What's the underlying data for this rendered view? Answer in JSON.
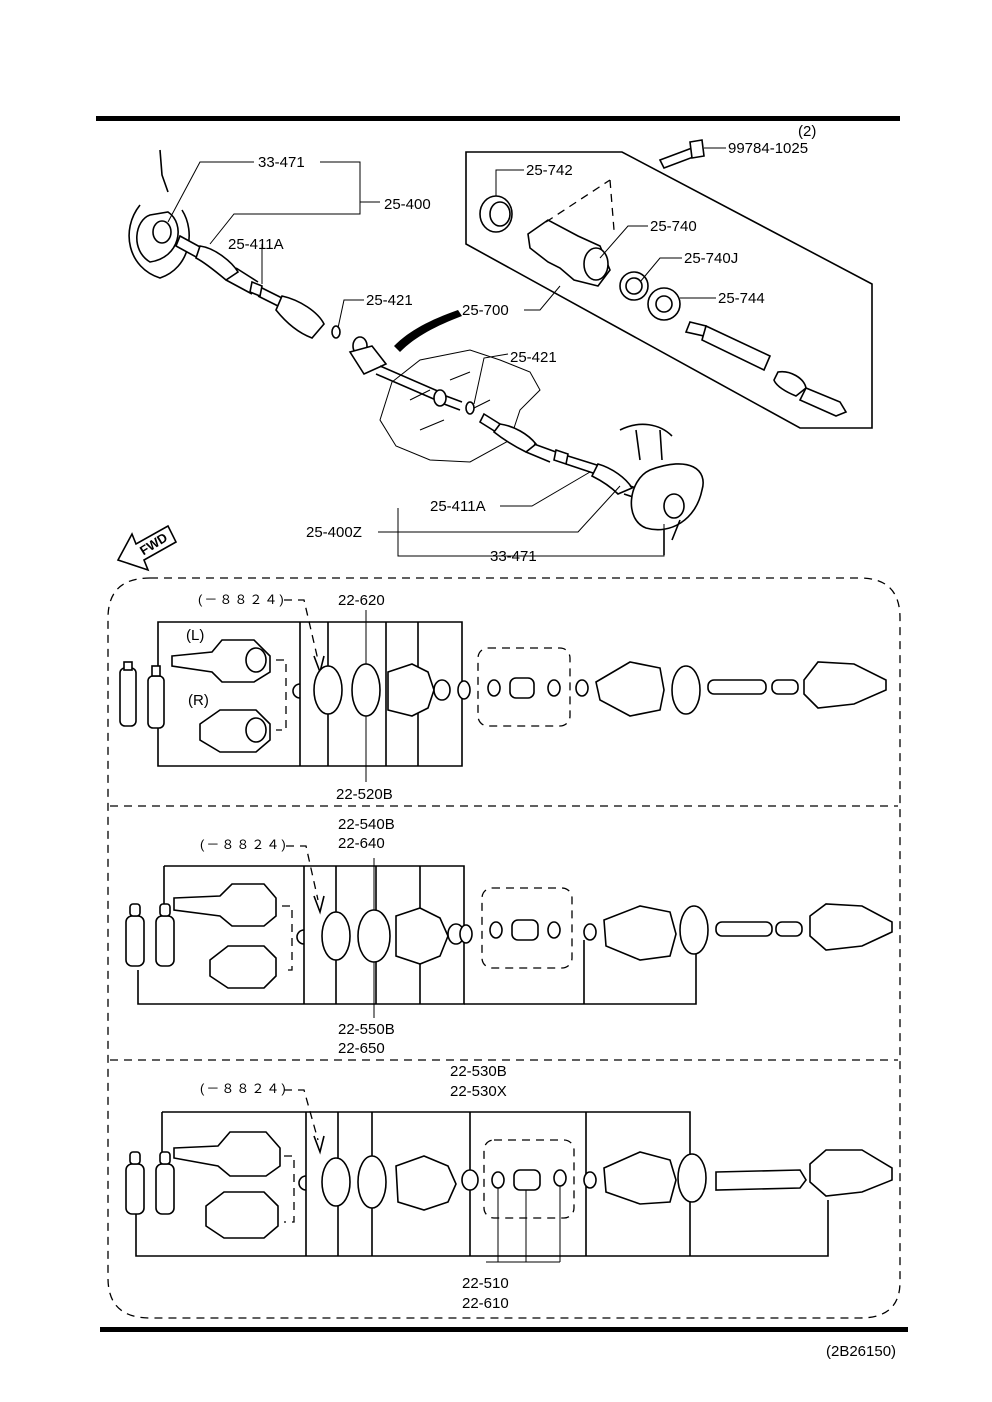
{
  "footer_code": "(2B26150)",
  "upper": {
    "fwd_label": "FWD",
    "labels": {
      "hub_nut_left": "33-471",
      "driveshaft_left": "25-400",
      "cv_left": "25-411A",
      "clip_a": "25-421",
      "clip_b": "25-421",
      "joint_shaft_asm": "25-700",
      "bolt": "99784-1025",
      "bolt_qty": "(2)",
      "seal": "25-742",
      "bracket": "25-740",
      "bearing": "25-740J",
      "snap_ring": "25-744",
      "cv_right": "25-411A",
      "driveshaft_right": "25-400Z",
      "hub_nut_right": "33-471"
    }
  },
  "panel1": {
    "serial": "(－８８２４)",
    "side_l": "(L)",
    "side_r": "(R)",
    "top_label": "22-620",
    "bottom_label": "22-520B"
  },
  "panel2": {
    "serial": "(－８８２４)",
    "top_label_1": "22-540B",
    "top_label_2": "22-640",
    "bottom_label_1": "22-550B",
    "bottom_label_2": "22-650"
  },
  "panel3": {
    "serial": "(－８８２４)",
    "top_label_1": "22-530B",
    "top_label_2": "22-530X",
    "bottom_label_1": "22-510",
    "bottom_label_2": "22-610"
  }
}
